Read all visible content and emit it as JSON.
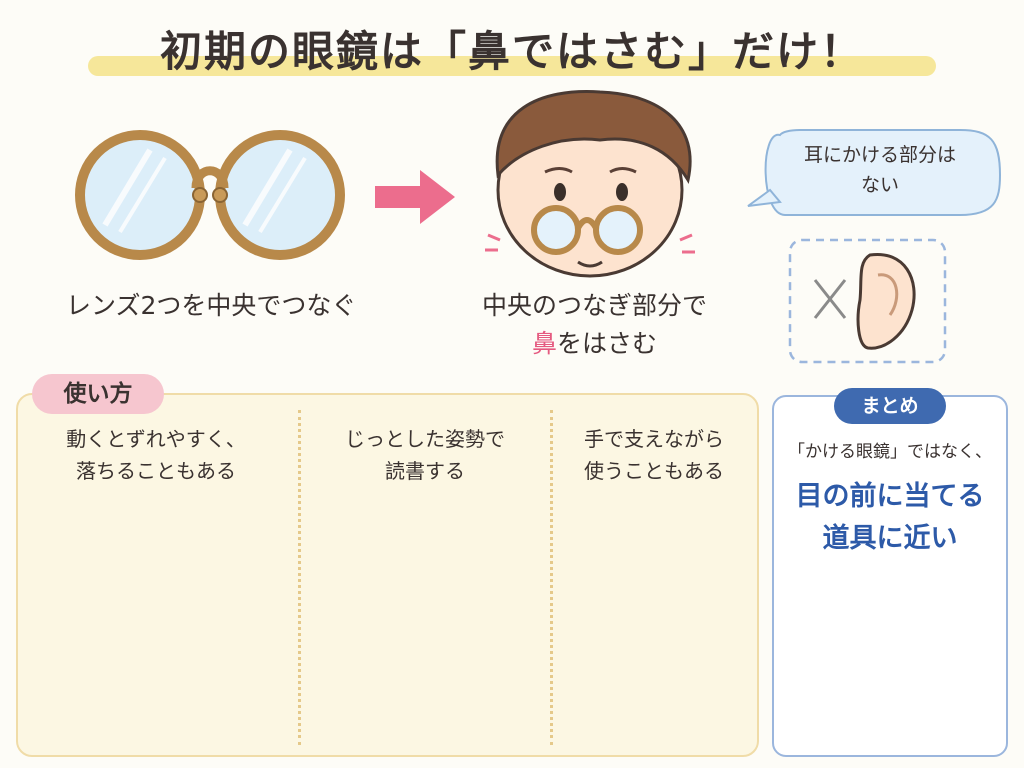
{
  "title": "初期の眼鏡は「鼻ではさむ」だけ！",
  "top": {
    "glasses_caption": "レンズ2つを中央でつなぐ",
    "face_caption_line1": "中央のつなぎ部分で",
    "face_caption_line2_em": "鼻",
    "face_caption_line2_rest": "をはさむ",
    "bubble_line1": "耳にかける部分は",
    "bubble_line2": "ない"
  },
  "usage": {
    "label": "使い方",
    "columns": [
      {
        "line1": "動くとずれやすく、",
        "line2": "落ちることもある"
      },
      {
        "line1": "じっとした姿勢で",
        "line2": "読書する"
      },
      {
        "line1": "手で支えながら",
        "line2": "使うこともある"
      }
    ]
  },
  "summary": {
    "label": "まとめ",
    "line1": "「かける眼鏡」ではなく、",
    "line2": "目の前に当てる",
    "line3": "道具に近い"
  },
  "colors": {
    "accent_pink": "#e55a80",
    "accent_blue": "#2d5aa8",
    "panel_cream": "#fcf7e3",
    "title_highlight": "#f6e79a",
    "frame_gold": "#b8894a"
  }
}
